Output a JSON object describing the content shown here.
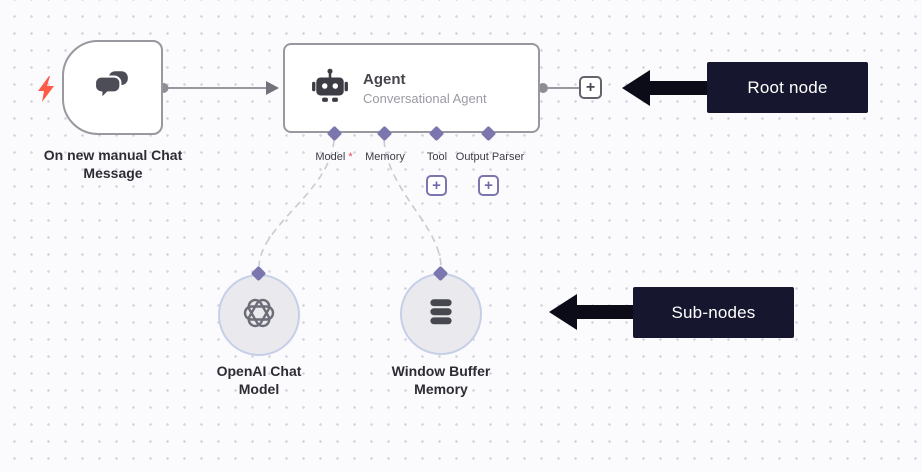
{
  "trigger": {
    "label": "On new manual Chat Message"
  },
  "agent": {
    "title": "Agent",
    "subtitle": "Conversational Agent",
    "ports": [
      {
        "label": "Model",
        "required": "*"
      },
      {
        "label": "Memory"
      },
      {
        "label": "Tool"
      },
      {
        "label": "Output Parser"
      }
    ]
  },
  "subnodes": [
    {
      "label": "OpenAI Chat Model"
    },
    {
      "label": "Window Buffer Memory"
    }
  ],
  "annotations": {
    "root_node": "Root node",
    "sub_nodes": "Sub-nodes"
  },
  "icons": {
    "plus": "+"
  },
  "colors": {
    "connector_purple": "#7b77ae",
    "node_border": "#98989f",
    "annotation_bg": "#16162e",
    "bolt_orange": "#ff5a47",
    "subnode_ring": "#c6cfe7",
    "required_red": "#e5484d"
  }
}
